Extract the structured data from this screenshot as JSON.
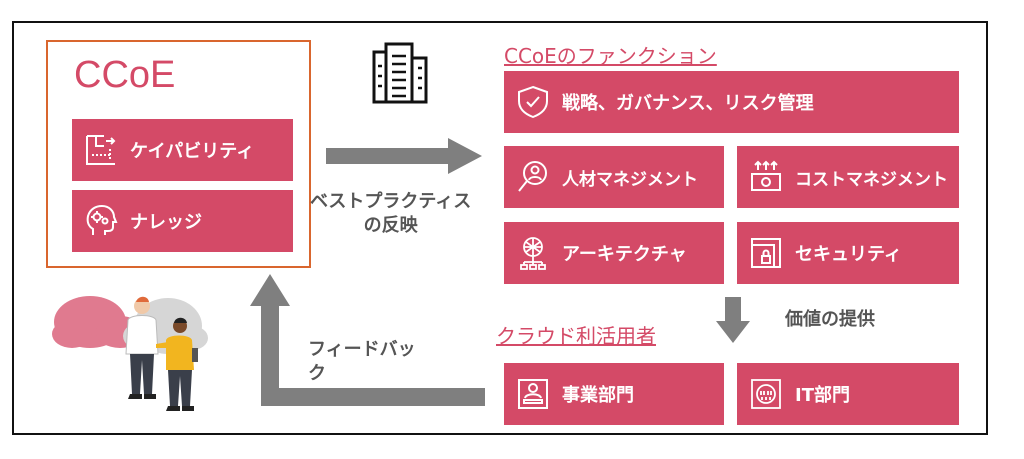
{
  "ccoe": {
    "title": "CCoE",
    "items": [
      {
        "label": "ケイパビリティ",
        "icon": "floorplan-arrow-icon"
      },
      {
        "label": "ナレッジ",
        "icon": "head-gears-icon"
      }
    ]
  },
  "functions": {
    "title": "CCoEのファンクション",
    "top": {
      "label": "戦略、ガバナンス、リスク管理",
      "icon": "shield-check-icon"
    },
    "grid": [
      {
        "label": "人材マネジメント",
        "icon": "person-search-icon"
      },
      {
        "label": "コストマネジメント",
        "icon": "money-arrows-icon"
      },
      {
        "label": "アーキテクチャ",
        "icon": "network-tree-icon"
      },
      {
        "label": "セキュリティ",
        "icon": "lock-frame-icon"
      }
    ]
  },
  "users": {
    "title": "クラウド利活用者",
    "items": [
      {
        "label": "事業部門",
        "icon": "person-laptop-icon"
      },
      {
        "label": "IT部門",
        "icon": "binary-head-icon"
      }
    ]
  },
  "arrows": {
    "best_practice": [
      "ベストプラクティス",
      "の反映"
    ],
    "feedback": [
      "フィードバッ",
      "ク"
    ],
    "value": "価値の提供"
  },
  "colors": {
    "accent": "#d44a67",
    "border": "#d9662e",
    "arrow": "#7f7f7f"
  }
}
